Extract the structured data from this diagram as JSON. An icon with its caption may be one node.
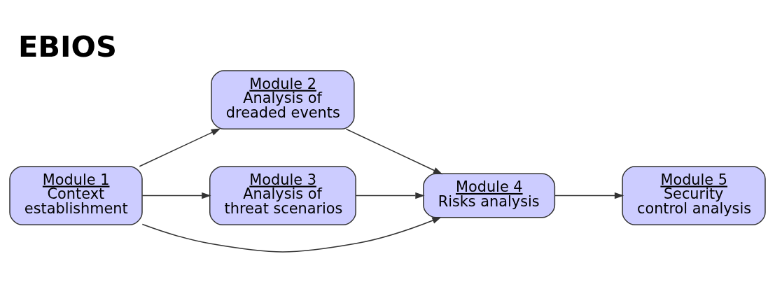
{
  "diagram": {
    "title": "EBIOS",
    "nodes": [
      {
        "text": [
          "Module 1",
          "Context establishment"
        ]
      },
      {
        "text": [
          "Module 2",
          "Analysis of dreaded events"
        ]
      },
      {
        "text": [
          "Module 3",
          "Analysis of threat scenarios"
        ]
      },
      {
        "text": [
          "Module 4",
          "Risks analysis"
        ]
      },
      {
        "text": [
          "Module 5",
          "Security control analysis"
        ]
      }
    ],
    "edges": [
      {
        "from": 0,
        "to": 1,
        "arrow": "to"
      },
      {
        "from": 0,
        "to": 3,
        "arrow": "to"
      },
      {
        "from": 0,
        "to": 2,
        "arrow": "to"
      },
      {
        "from": 1,
        "to": 3,
        "arrow": "to"
      },
      {
        "from": 2,
        "to": 3,
        "arrow": "to"
      },
      {
        "from": 3,
        "to": 4,
        "arrow": "to"
      }
    ]
  }
}
